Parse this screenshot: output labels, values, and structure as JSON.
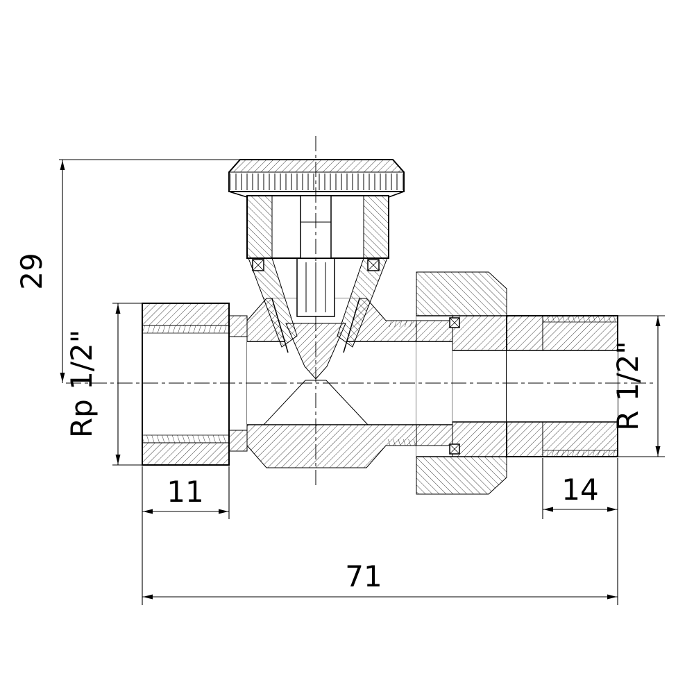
{
  "drawing": {
    "type": "technical-drawing",
    "subject": "straight valve cross-section with union tailpiece",
    "line_color": "#000000",
    "background": "#ffffff",
    "labels": {
      "dim_height": "29",
      "dim_left_thread": "Rp 1/2\"",
      "dim_right_thread": "R 1/2\"",
      "dim_left_length": "11",
      "dim_right_length": "14",
      "dim_overall": "71"
    }
  }
}
